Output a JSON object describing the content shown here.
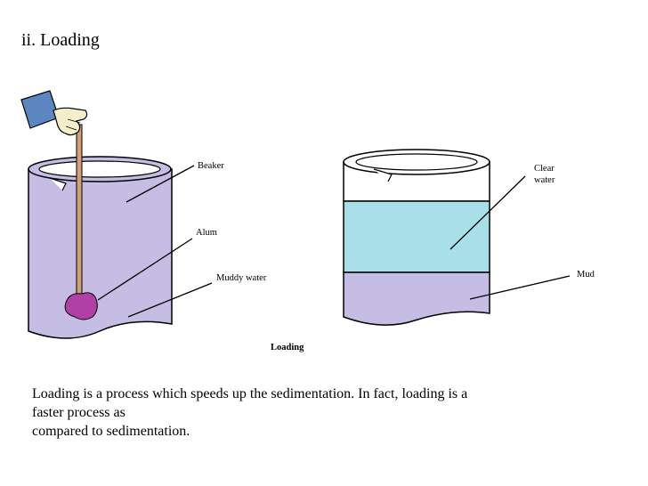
{
  "heading": "ii. Loading",
  "figure": {
    "caption": "Loading",
    "left_beaker": {
      "labels": {
        "beaker": "Beaker",
        "alum": "Alum",
        "muddy_water": "Muddy water"
      }
    },
    "right_beaker": {
      "labels": {
        "clear_water_line1": "Clear",
        "clear_water_line2": "water",
        "mud": "Mud"
      }
    },
    "colors": {
      "muddy_water": "#c6bde4",
      "clear_water": "#a9dfe9",
      "alum": "#b03fa6",
      "sleeve": "#5b86c0",
      "hand": "#f4eecb",
      "rod": "#cfa07a"
    }
  },
  "description": {
    "line1": "Loading is a process which speeds up the sedimentation. In fact, loading is a",
    "line2": "faster process as",
    "line3": "compared to sedimentation."
  }
}
